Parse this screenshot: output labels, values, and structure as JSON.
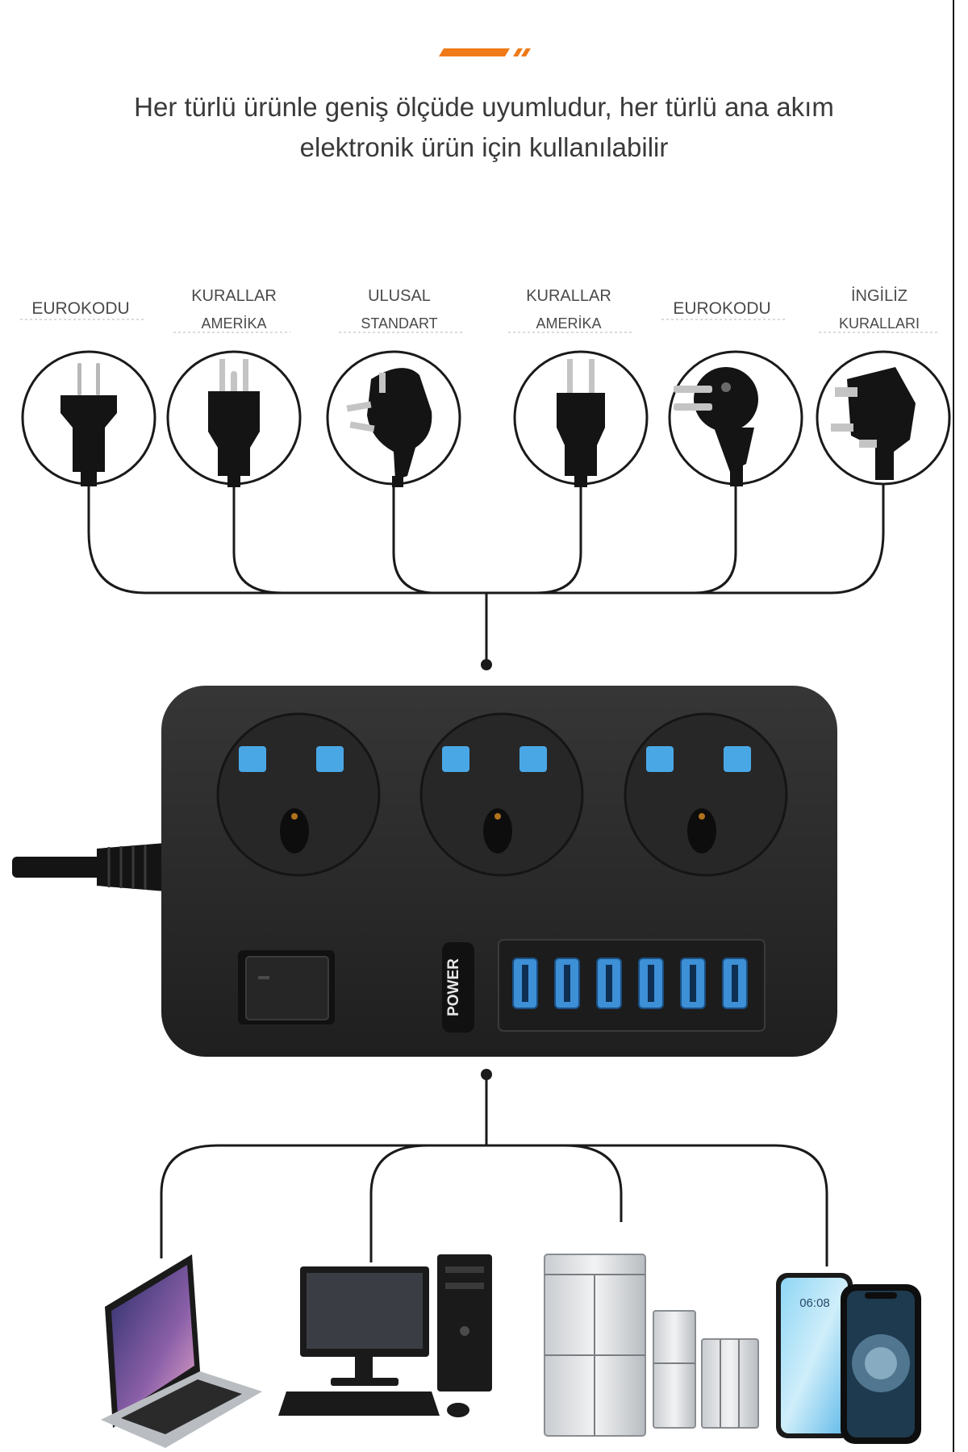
{
  "headline": {
    "line1": "Her türlü ürünle geniş ölçüde uyumludur, her türlü ana akım",
    "line2": "elektronik ürün için kullanılabilir"
  },
  "plugs": [
    {
      "line1": "EUROKODU",
      "line2": "",
      "icon": "eu-2pin-plug-icon"
    },
    {
      "line1": "KURALLAR",
      "line2": "AMERİKA",
      "icon": "us-3pin-plug-icon"
    },
    {
      "line1": "ULUSAL",
      "line2": "STANDART",
      "icon": "cn-3pin-plug-icon"
    },
    {
      "line1": "KURALLAR",
      "line2": "AMERİKA",
      "icon": "us-2pin-plug-icon"
    },
    {
      "line1": "EUROKODU",
      "line2": "",
      "icon": "schuko-plug-icon"
    },
    {
      "line1": "İNGİLİZ",
      "line2": "KURALLARI",
      "icon": "uk-3pin-plug-icon"
    }
  ],
  "power_strip": {
    "logo_text": "POWER",
    "outlet_count": 3,
    "usb_port_count": 6
  },
  "devices": [
    {
      "icon": "laptop-icon"
    },
    {
      "icon": "desktop-computer-icon"
    },
    {
      "icon": "refrigerator-icon"
    },
    {
      "icon": "smartphone-icon"
    }
  ],
  "phone_screen_time": "06:08",
  "colors": {
    "accent": "#f07a18",
    "strip": "#2b2b2b",
    "usb": "#3d8fd6",
    "socket_slot": "#4aa7e6"
  }
}
